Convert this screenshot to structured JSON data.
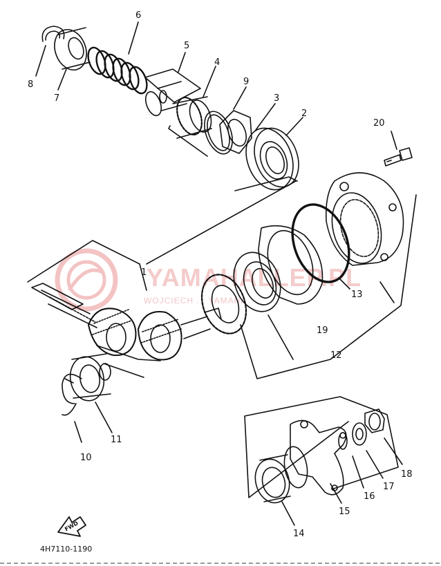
{
  "labels": {
    "p1": "1",
    "p2": "2",
    "p3": "3",
    "p4": "4",
    "p5": "5",
    "p6": "6",
    "p7": "7",
    "p8": "8",
    "p9": "9",
    "p10": "10",
    "p11": "11",
    "p12": "12",
    "p13": "13",
    "p14": "14",
    "p15": "15",
    "p16": "16",
    "p17": "17",
    "p18": "18",
    "p19": "19",
    "p20": "20"
  },
  "part_code": "4H7110-1190",
  "fwd_arrow": "FWD",
  "watermark": {
    "main": "YAMAHALLEP.PL",
    "sub": "WOJCIECH ... YAMAHA"
  },
  "colors": {
    "ink": "#111111",
    "watermark": "#f0b8b8"
  }
}
